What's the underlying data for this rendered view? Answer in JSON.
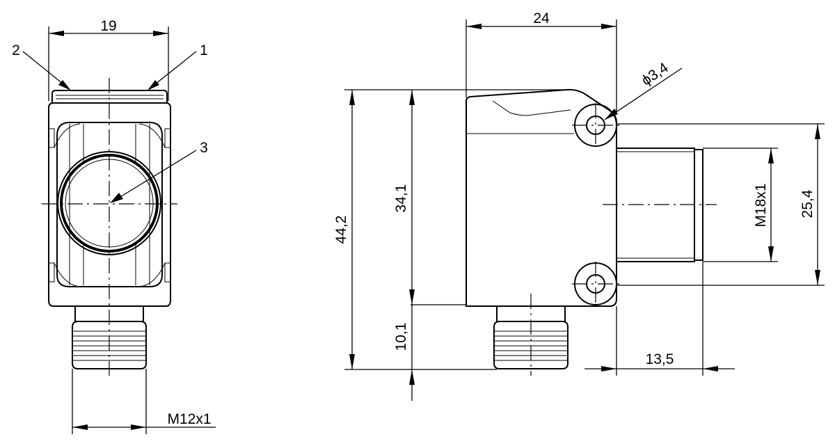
{
  "dimensions": {
    "front_width": "19",
    "side_width": "24",
    "hole_diameter": "ϕ3,4",
    "total_height": "44,2",
    "body_height": "34,1",
    "connector_height": "10,1",
    "thread_m18": "M18x1",
    "hole_spacing": "25,4",
    "thread_offset": "13,5",
    "thread_m12": "M12x1"
  },
  "callouts": {
    "one": "1",
    "two": "2",
    "three": "3"
  }
}
